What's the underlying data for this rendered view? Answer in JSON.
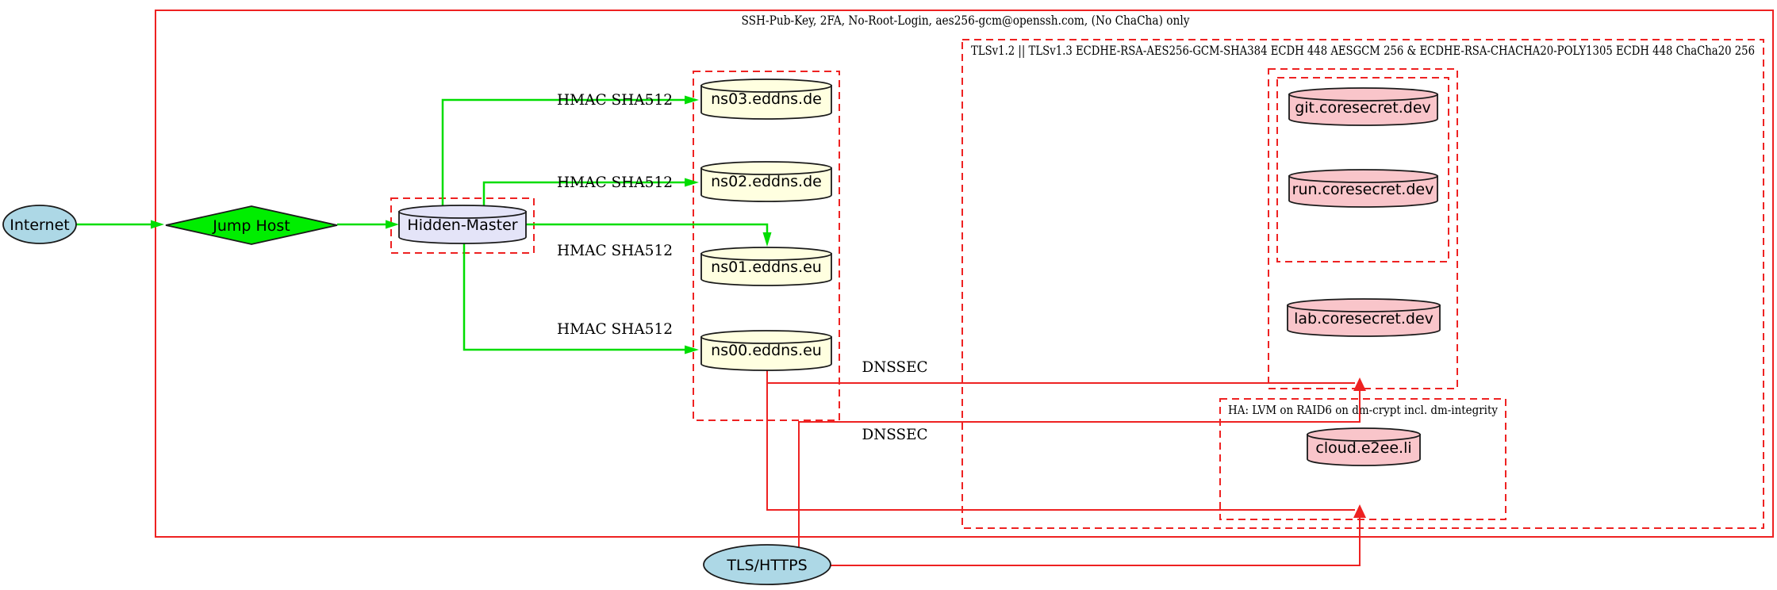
{
  "diagram": {
    "title_hint": "DNS / hosting security topology diagram",
    "colors": {
      "cluster_red": "#ee2222",
      "edge_green": "#00dd00",
      "node_green": "#00ee00",
      "node_lightblue": "#add8e6",
      "node_lightyellow": "#ffffe0",
      "node_lavender": "#e4e4f8",
      "node_pink": "#f9c5ca",
      "text": "#000000"
    },
    "clusters": {
      "ssh": {
        "label": "SSH-Pub-Key, 2FA, No-Root-Login, aes256-gcm@openssh.com, (No ChaCha) only"
      },
      "tls": {
        "label": "TLSv1.2 || TLSv1.3 ECDHE-RSA-AES256-GCM-SHA384 ECDH 448 AESGCM 256 & ECDHE-RSA-CHACHA20-POLY1305 ECDH 448 ChaCha20 256"
      },
      "ha": {
        "label": "HA: LVM on RAID6 on dm-crypt incl. dm-integrity"
      }
    },
    "nodes": {
      "internet": {
        "label": "Internet",
        "shape": "ellipse"
      },
      "jump_host": {
        "label": "Jump Host",
        "shape": "diamond"
      },
      "hidden_master": {
        "label": "Hidden-Master",
        "shape": "cylinder"
      },
      "ns03": {
        "label": "ns03.eddns.de",
        "shape": "cylinder"
      },
      "ns02": {
        "label": "ns02.eddns.de",
        "shape": "cylinder"
      },
      "ns01": {
        "label": "ns01.eddns.eu",
        "shape": "cylinder"
      },
      "ns00": {
        "label": "ns00.eddns.eu",
        "shape": "cylinder"
      },
      "git": {
        "label": "git.coresecret.dev",
        "shape": "cylinder"
      },
      "run": {
        "label": "run.coresecret.dev",
        "shape": "cylinder"
      },
      "lab": {
        "label": "lab.coresecret.dev",
        "shape": "cylinder"
      },
      "cloud": {
        "label": "cloud.e2ee.li",
        "shape": "cylinder"
      },
      "tls_https": {
        "label": "TLS/HTTPS",
        "shape": "ellipse"
      }
    },
    "edge_labels": {
      "hmac": "HMAC SHA512",
      "dnssec": "DNSSEC"
    }
  }
}
